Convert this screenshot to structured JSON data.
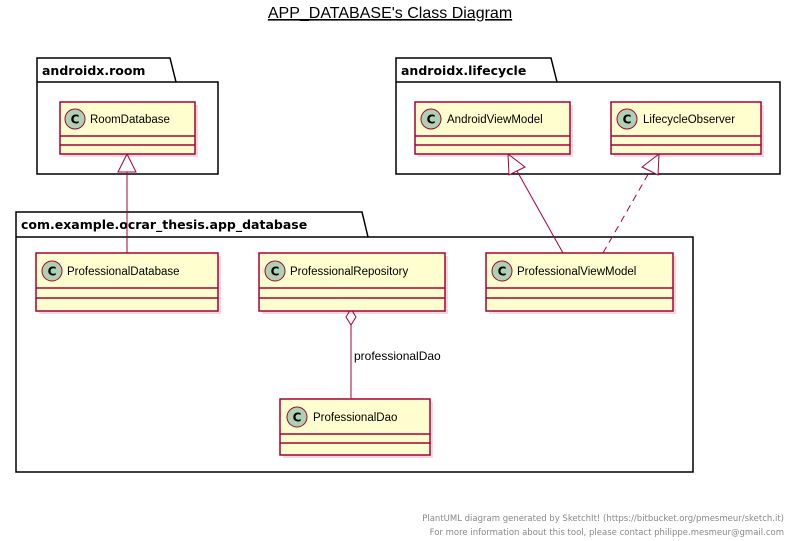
{
  "title": "APP_DATABASE's Class Diagram",
  "colors": {
    "class_fill": "#FEFECE",
    "class_border": "#A80036",
    "class_badge": "#ADD1B2",
    "package_fill": "#FFFFFF",
    "package_border": "#000000",
    "edge": "#A80036",
    "footer": "#888888"
  },
  "packages": [
    {
      "id": "androidx_room",
      "name": "androidx.room"
    },
    {
      "id": "androidx_lifecycle",
      "name": "androidx.lifecycle"
    },
    {
      "id": "app_database",
      "name": "com.example.ocrar_thesis.app_database"
    }
  ],
  "classes": [
    {
      "id": "RoomDatabase",
      "name": "RoomDatabase",
      "badge": "C",
      "package": "androidx_room"
    },
    {
      "id": "AndroidViewModel",
      "name": "AndroidViewModel",
      "badge": "C",
      "package": "androidx_lifecycle"
    },
    {
      "id": "LifecycleObserver",
      "name": "LifecycleObserver",
      "badge": "C",
      "package": "androidx_lifecycle"
    },
    {
      "id": "ProfessionalDatabase",
      "name": "ProfessionalDatabase",
      "badge": "C",
      "package": "app_database"
    },
    {
      "id": "ProfessionalRepository",
      "name": "ProfessionalRepository",
      "badge": "C",
      "package": "app_database"
    },
    {
      "id": "ProfessionalViewModel",
      "name": "ProfessionalViewModel",
      "badge": "C",
      "package": "app_database"
    },
    {
      "id": "ProfessionalDao",
      "name": "ProfessionalDao",
      "badge": "C",
      "package": "app_database"
    }
  ],
  "relations": [
    {
      "from": "ProfessionalDatabase",
      "to": "RoomDatabase",
      "kind": "extends",
      "label": ""
    },
    {
      "from": "ProfessionalViewModel",
      "to": "AndroidViewModel",
      "kind": "extends",
      "label": ""
    },
    {
      "from": "ProfessionalViewModel",
      "to": "LifecycleObserver",
      "kind": "implements",
      "label": ""
    },
    {
      "from": "ProfessionalRepository",
      "to": "ProfessionalDao",
      "kind": "aggregation",
      "label": "professionalDao"
    }
  ],
  "footer": {
    "line1": "PlantUML diagram generated by SketchIt! (https://bitbucket.org/pmesmeur/sketch.it)",
    "line2": "For more information about this tool, please contact philippe.mesmeur@gmail.com"
  }
}
